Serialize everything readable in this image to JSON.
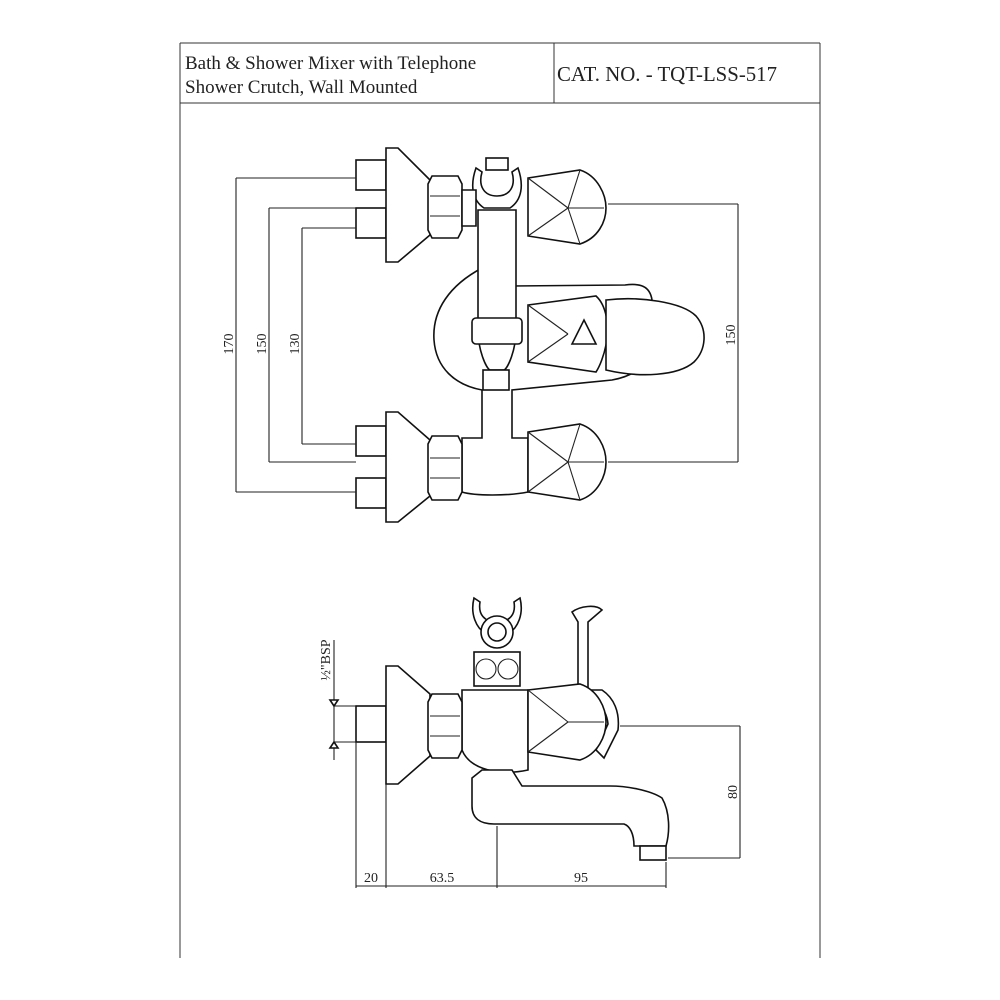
{
  "title_block": {
    "title_line1": "Bath & Shower Mixer with Telephone",
    "title_line2": "Shower Crutch, Wall Mounted",
    "catalog_number": "CAT. NO. - TQT-LSS-517"
  },
  "top_view": {
    "dim_left_outer": "170",
    "dim_left_middle": "150",
    "dim_left_inner": "130",
    "dim_right": "150"
  },
  "side_view": {
    "thread_label": "½\"BSP",
    "dim_height": "80",
    "dim_base": "20",
    "dim_body": "63.5",
    "dim_spout": "95"
  }
}
